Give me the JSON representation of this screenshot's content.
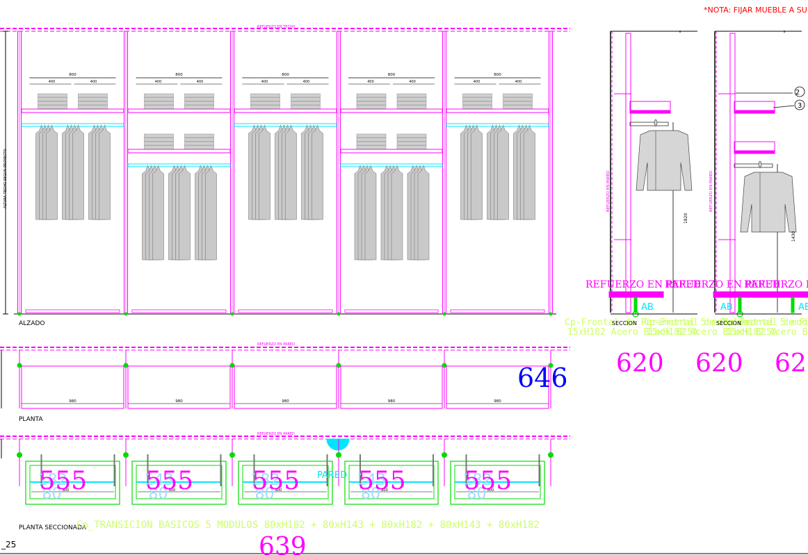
{
  "note": "*NOTA: FIJAR MUEBLE A SU",
  "colors": {
    "magenta": "#ff00ff",
    "cyan": "#00e5ff",
    "green": "#00dd00",
    "lime": "#ccff66",
    "blue": "#0000ff",
    "red": "#ff0000",
    "gray": "#9a9a9a",
    "black": "#000000"
  },
  "labels": {
    "refuerzo_techo": "REFUERZO EN TECHO",
    "refuerzo_pared": "REFUERZO EN PARED",
    "altura": "ALTURA TECHO SEGUN PROYECTO",
    "alzado": "ALZADO",
    "planta": "PLANTA",
    "planta_seccionada": "PLANTA SECCIONADA",
    "seccion": "SECCION",
    "refuerzo_en_pared_big": "REFUERZO EN PARED",
    "refuerzo_en_pared_vertical": "REFUERZO EN PARED",
    "pared": "PARED",
    "ab": "AB",
    "transicion": "Cp_TRANSICION BASICOS 5 MODULOS 80xH182 + 80xH143 + 80xH182 + 80xH143 + 80xH182",
    "front_line1": "Cp-Frontal de Perimetral 5 modulos",
    "front_line2": "15xH182 Acero Black 825A",
    "sheet": "_25"
  },
  "dims": {
    "d800": "800",
    "d400": "400",
    "d980": "980",
    "d1820": "1820",
    "d1430": "1430",
    "callout2": "2",
    "callout3": "3"
  },
  "big_numbers": {
    "n646": "646",
    "n620": "620",
    "n620b": "620",
    "n62": "62",
    "n555": "555",
    "n639": "639"
  },
  "plan_faint": [
    "182",
    "143",
    "182",
    "143",
    "182"
  ],
  "plan_faint_sub": [
    "80",
    "80",
    "80",
    "80",
    "80"
  ]
}
